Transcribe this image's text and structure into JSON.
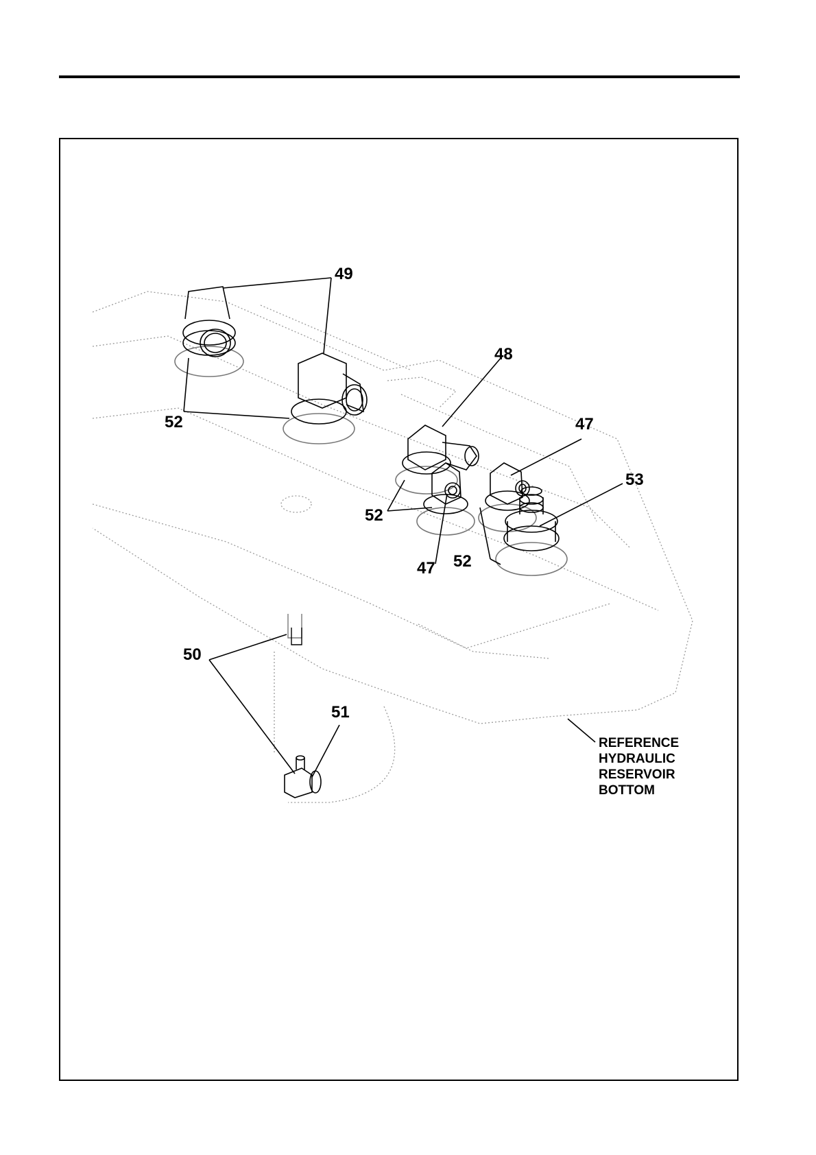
{
  "callouts": {
    "c49": "49",
    "c48": "48",
    "c47_right": "47",
    "c53": "53",
    "c52_left": "52",
    "c52_middle": "52",
    "c47_middle": "47",
    "c52_right": "52",
    "c50": "50",
    "c51": "51"
  },
  "reference": {
    "line1": "REFERENCE",
    "line2": "HYDRAULIC",
    "line3": "RESERVOIR",
    "line4": "BOTTOM"
  }
}
